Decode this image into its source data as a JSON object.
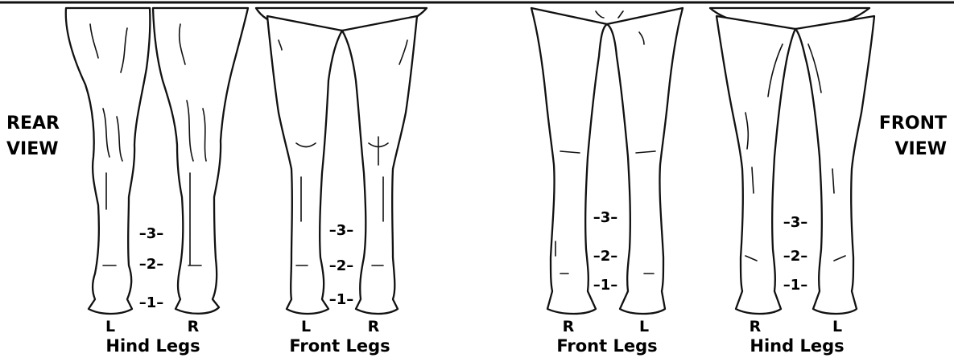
{
  "views": {
    "rear": [
      "REAR",
      "VIEW"
    ],
    "front": [
      "FRONT",
      "VIEW"
    ]
  },
  "panels": [
    {
      "name": "rear-hind",
      "group_label": "Hind Legs",
      "left": "L",
      "right": "R",
      "marks": [
        "–3–",
        "–2–",
        "–1–"
      ]
    },
    {
      "name": "rear-front",
      "group_label": "Front Legs",
      "left": "L",
      "right": "R",
      "marks": [
        "–3–",
        "–2–",
        "–1–"
      ]
    },
    {
      "name": "front-front",
      "group_label": "Front Legs",
      "left": "R",
      "right": "L",
      "marks": [
        "–3–",
        "–2–",
        "–1–"
      ]
    },
    {
      "name": "front-hind",
      "group_label": "Hind Legs",
      "left": "R",
      "right": "L",
      "marks": [
        "–3–",
        "–2–",
        "–1–"
      ]
    }
  ]
}
